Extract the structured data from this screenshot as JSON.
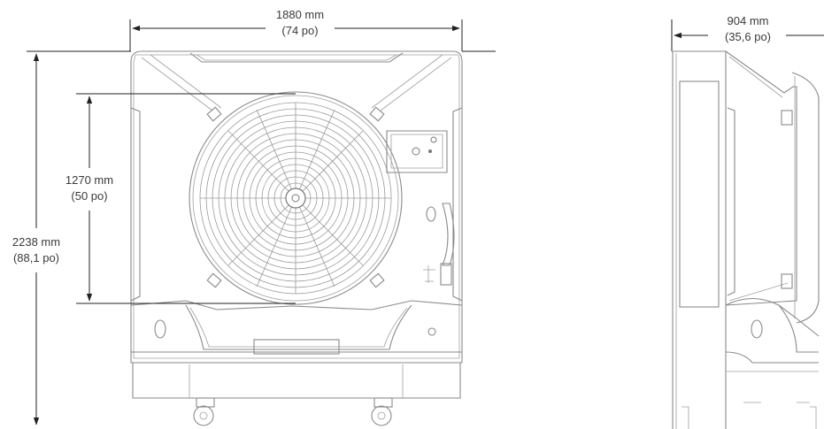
{
  "dimensions": {
    "width": {
      "mm": "1880 mm",
      "inches": "(74 po)"
    },
    "fan_diameter": {
      "mm": "1270 mm",
      "inches": "(50 po)"
    },
    "height": {
      "mm": "2238 mm",
      "inches": "(88,1 po)"
    },
    "depth": {
      "mm": "904 mm",
      "inches": "(35,6 po)"
    }
  },
  "views": [
    "front-view",
    "side-view"
  ],
  "colors": {
    "outline": "#8a8a8a",
    "dimension_line": "#222222",
    "text": "#3a3a3a"
  }
}
